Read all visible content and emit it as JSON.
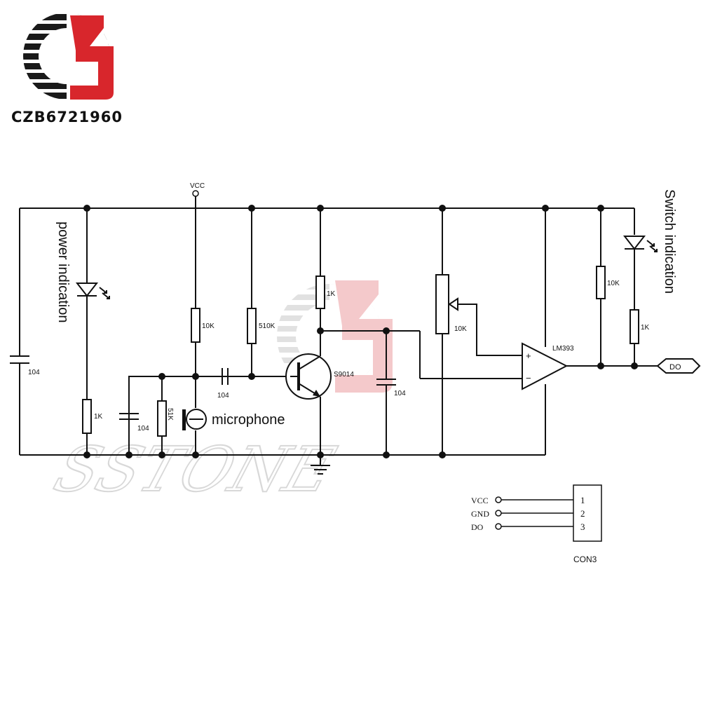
{
  "brand": {
    "name": "CZB6721960",
    "colors": {
      "red": "#d8262c",
      "black": "#1a1a1a"
    }
  },
  "watermark": {
    "text": "SSTONE"
  },
  "labels": {
    "vcc": "VCC",
    "power_indication": "power indication",
    "switch_indication": "Switch indication",
    "microphone": "microphone",
    "transistor": "S9014",
    "comparator": "LM393",
    "output_tag": "DO",
    "plus": "+",
    "minus": "−"
  },
  "components": {
    "c_left": "104",
    "r_led_power": "1K",
    "c_mic": "104",
    "r_mic": "51K",
    "r_vcc_mic": "10K",
    "c_couple": "104",
    "r_bias": "510K",
    "r_collector": "1K",
    "c_collector": "104",
    "pot": "10K",
    "r_pullup": "10K",
    "r_led_switch": "1K"
  },
  "connector": {
    "name": "CON3",
    "pins": [
      {
        "signal": "VCC",
        "number": "1"
      },
      {
        "signal": "GND",
        "number": "2"
      },
      {
        "signal": "DO",
        "number": "3"
      }
    ]
  }
}
